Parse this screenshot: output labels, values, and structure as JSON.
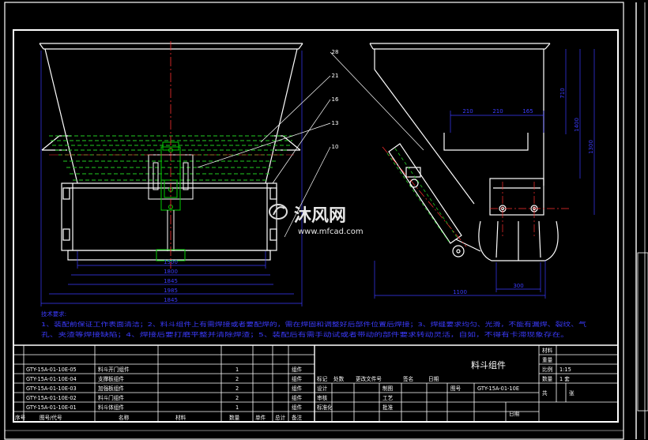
{
  "watermark": {
    "brand": "沐风网",
    "url": "www.mfcad.com"
  },
  "drawing": {
    "tech_title": "技术要求:",
    "tech_line1": "1、装配前保证工作表面清洁；2、料斗组件上有需焊接或者要配焊的，需在焊固和调整好后部件位置后焊接；3、焊缝要求均匀、光滑，不能有漏焊、裂纹、气",
    "tech_line2": "孔、夹渣等焊接缺陷；4、焊接后要打磨平整并清除焊渣；5、装配后有需手动试或者带动的部件要求转动灵活，自如，不得有卡滞现象存在。",
    "dims_front": [
      "1500",
      "1800",
      "1845",
      "1985",
      "1845"
    ],
    "dims_side": [
      "710",
      "1400",
      "1300",
      "210",
      "210",
      "165",
      "1100",
      "300"
    ],
    "balloons": [
      "28",
      "21",
      "16",
      "13",
      "10"
    ]
  },
  "title_block": {
    "drawing_name": "料斗组件",
    "label_material": "材料",
    "label_weight": "重量",
    "label_scale": "比例",
    "scale_value": "1:15",
    "label_quantity": "数量",
    "quantity_value": "1 套",
    "label_drawing_no": "图号",
    "drawing_no": "GTY-15A-01-10E",
    "label_total_sheets": "共",
    "label_sheet": "张",
    "label_design": "设计",
    "label_draw": "制图",
    "label_check": "审核",
    "label_process": "工艺",
    "label_standard": "标准化",
    "label_approve": "批准",
    "label_date": "日期",
    "label_marks": "标记",
    "label_count": "处数",
    "label_changedoc": "更改文件号",
    "label_sign": "签名",
    "label_signdate": "日期"
  },
  "bom": {
    "rows": [
      {
        "code": "GTY-15A-01-10E-05",
        "name": "料斗开门组件",
        "qty": "1",
        "note": "组件"
      },
      {
        "code": "GTY-15A-01-10E-04",
        "name": "支撑板组件",
        "qty": "2",
        "note": "组件"
      },
      {
        "code": "GTY-15A-01-10E-03",
        "name": "加强板组件",
        "qty": "2",
        "note": "组件"
      },
      {
        "code": "GTY-15A-01-10E-02",
        "name": "料斗门组件",
        "qty": "2",
        "note": "组件"
      },
      {
        "code": "GTY-15A-01-10E-01",
        "name": "料斗体组件",
        "qty": "1",
        "note": "组件"
      }
    ],
    "header": {
      "seq": "序号",
      "code": "图号/代号",
      "name": "名称",
      "qty": "数量",
      "material": "材料",
      "unit_weight": "单件",
      "total_weight": "总计",
      "note": "备注"
    }
  },
  "colors": {
    "background": "#000000",
    "frame": "#ffffff",
    "technical_text": "#3b3bff",
    "dimension": "#3b3bff",
    "centerline": "#ff3030",
    "hidden_line": "#22cc22",
    "part_highlight": "#00cc00",
    "balloon_leader": "#ffffff"
  }
}
